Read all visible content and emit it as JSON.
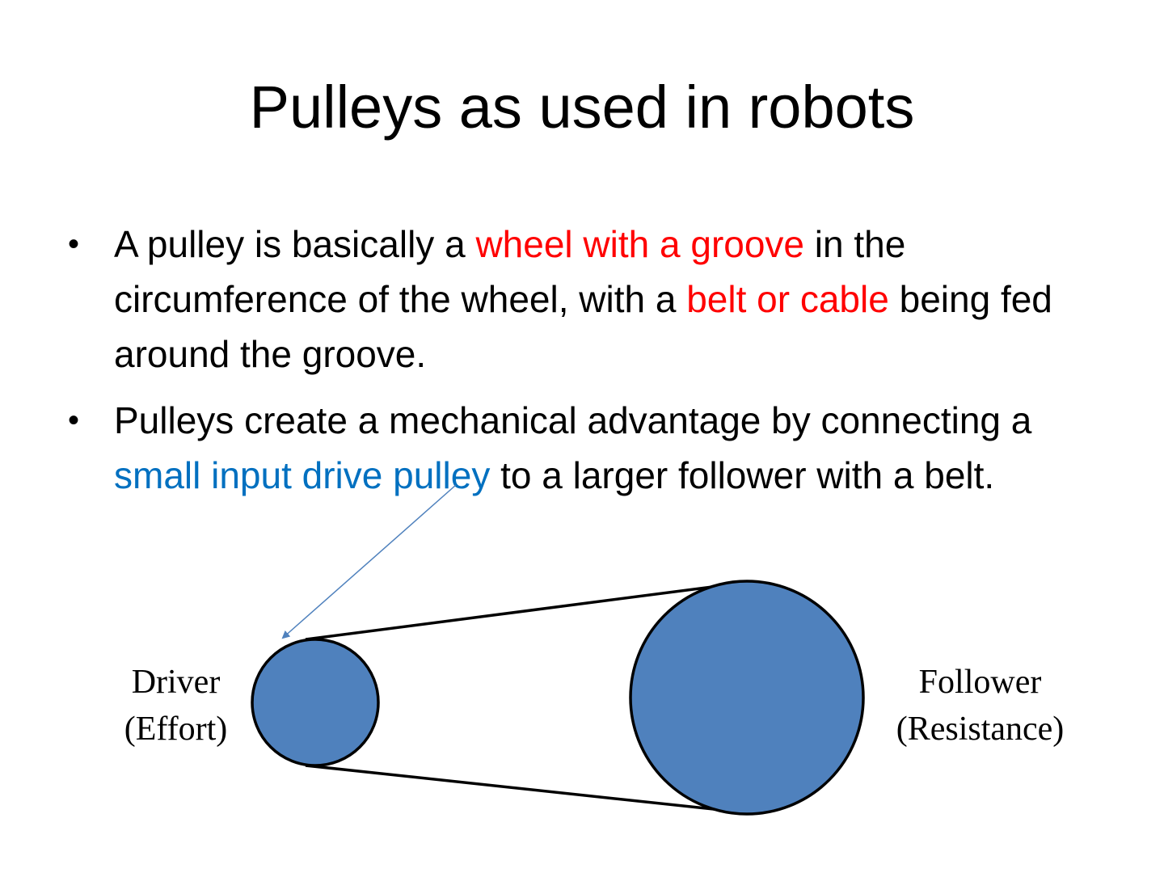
{
  "slide": {
    "title": "Pulleys as used in robots",
    "bullets": [
      {
        "dot": "•",
        "parts": [
          "A pulley is basically a ",
          "wheel with a groove",
          " in the circumference of the wheel, with a ",
          "belt or cable",
          " being fed around the groove."
        ]
      },
      {
        "dot": "•",
        "parts": [
          "Pulleys create a mechanical advantage by connecting a ",
          "small input drive pulley",
          " to a larger follower with a belt."
        ]
      }
    ]
  },
  "diagram": {
    "driver_label": [
      "Driver",
      "(Effort)"
    ],
    "follower_label": [
      "Follower",
      "(Resistance)"
    ]
  },
  "colors": {
    "highlight_red": "#ff0000",
    "highlight_blue": "#0070c0",
    "pulley_fill": "#4f81bd",
    "arrow": "#4f81bd"
  }
}
